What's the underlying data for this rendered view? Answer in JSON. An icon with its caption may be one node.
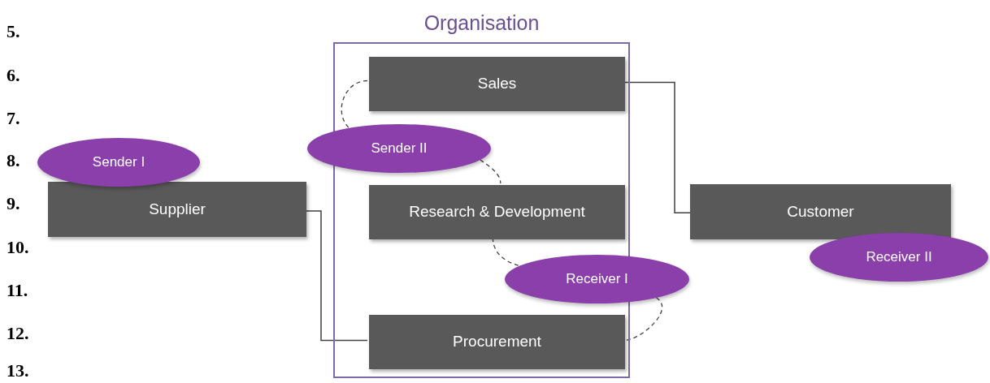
{
  "diagram": {
    "nodes": [
      {
        "text": [
          "Organisation"
        ]
      },
      {
        "text": [
          "Sales"
        ],
        "in": 0
      },
      {
        "text": [
          "Research & Development"
        ],
        "in": 0
      },
      {
        "text": [
          "Procurement"
        ],
        "in": 0
      },
      {
        "text": [
          "Supplier"
        ]
      },
      {
        "text": [
          "Customer"
        ]
      },
      {
        "text": [
          "Sender I"
        ]
      },
      {
        "text": [
          "Sender II"
        ]
      },
      {
        "text": [
          "Receiver I"
        ]
      },
      {
        "text": [
          "Receiver II"
        ]
      }
    ],
    "edges": [
      {
        "from": 4,
        "to": 3,
        "arrow": "none"
      },
      {
        "from": 1,
        "to": 5,
        "arrow": "none"
      },
      {
        "from": 1,
        "to": 7,
        "arrow": "none",
        "style": "dashed"
      },
      {
        "from": 7,
        "to": 2,
        "arrow": "none",
        "style": "dashed"
      },
      {
        "from": 2,
        "to": 8,
        "arrow": "none",
        "style": "dashed"
      },
      {
        "from": 8,
        "to": 3,
        "arrow": "none",
        "style": "dashed"
      }
    ],
    "labels": [
      "5.",
      "6.",
      "7.",
      "8.",
      "9.",
      "10.",
      "11.",
      "12.",
      "13."
    ]
  }
}
